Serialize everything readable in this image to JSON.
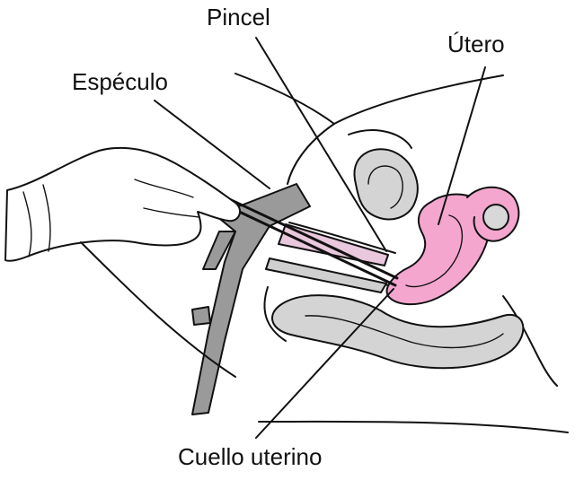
{
  "labels": {
    "brush": "Pincel",
    "speculum": "Espéculo",
    "uterus": "Útero",
    "cervix": "Cuello uterino"
  },
  "colors": {
    "uterus_fill": "#f4a6cf",
    "organ_fill": "#d4d4d4",
    "instrument_fill": "#9a9a9a",
    "line": "#111111"
  }
}
